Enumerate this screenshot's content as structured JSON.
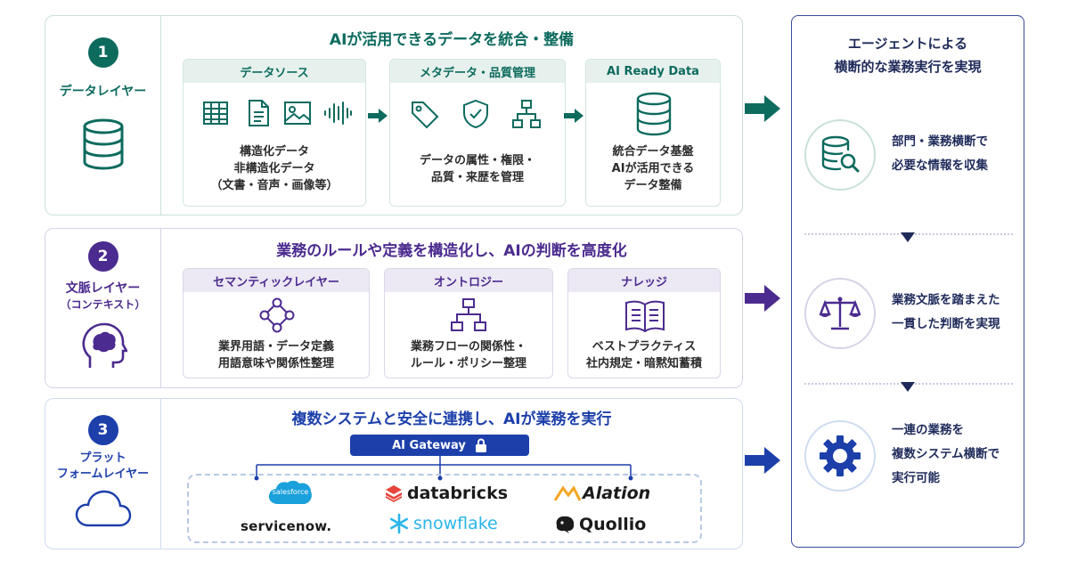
{
  "layers": [
    {
      "number": "1",
      "name_lines": [
        "データレイヤー"
      ],
      "title": "AIが活用できるデータを統合・整備",
      "icon": "database-icon",
      "cards": [
        {
          "head": "データソース",
          "lines": [
            "構造化データ",
            "非構造化データ",
            "（文書・音声・画像等）"
          ],
          "icons": [
            "table-icon",
            "document-icon",
            "image-icon",
            "audio-wave-icon"
          ]
        },
        {
          "head": "メタデータ・品質管理",
          "lines": [
            "データの属性・権限・",
            "品質・来歴を管理"
          ],
          "icons": [
            "tag-icon",
            "shield-check-icon",
            "hierarchy-icon"
          ]
        },
        {
          "head": "AI Ready Data",
          "lines": [
            "統合データ基盤",
            "AIが活用できる",
            "データ整備"
          ],
          "icons": [
            "database-icon"
          ]
        }
      ]
    },
    {
      "number": "2",
      "name_lines": [
        "文脈レイヤー",
        "（コンテキスト）"
      ],
      "title": "業務のルールや定義を構造化し、AIの判断を高度化",
      "icon": "head-brain-icon",
      "cards": [
        {
          "head": "セマンティックレイヤー",
          "lines": [
            "業界用語・データ定義",
            "用語意味や関係性整理"
          ],
          "icons": [
            "network-nodes-icon"
          ]
        },
        {
          "head": "オントロジー",
          "lines": [
            "業務フローの関係性・",
            "ルール・ポリシー整理"
          ],
          "icons": [
            "flow-chart-icon"
          ]
        },
        {
          "head": "ナレッジ",
          "lines": [
            "ベストプラクティス",
            "社内規定・暗黙知蓄積"
          ],
          "icons": [
            "open-book-icon"
          ]
        }
      ]
    },
    {
      "number": "3",
      "name_lines": [
        "プラット",
        "フォームレイヤー"
      ],
      "title": "複数システムと安全に連携し、AIが業務を実行",
      "icon": "cloud-icon",
      "gateway": "AI Gateway",
      "logos": [
        "salesforce",
        "databricks",
        "Alation",
        "servicenow.",
        "snowflake",
        "Quollio"
      ]
    }
  ],
  "right_panel": {
    "title_lines": [
      "エージェントによる",
      "横断的な業務実行を実現"
    ],
    "items": [
      {
        "lines": [
          "部門・業務横断で",
          "必要な情報を収集"
        ],
        "icon": "database-search-icon"
      },
      {
        "lines": [
          "業務文脈を踏まえた",
          "一貫した判断を実現"
        ],
        "icon": "scale-icon"
      },
      {
        "lines": [
          "一連の業務を",
          "複数システム横断で",
          "実行可能"
        ],
        "icon": "gear-icon"
      }
    ]
  },
  "colors": {
    "layer1": "#0d6b5e",
    "layer2": "#4b2b8f",
    "layer3": "#1c3faa",
    "panel": "#1f2a5a"
  }
}
